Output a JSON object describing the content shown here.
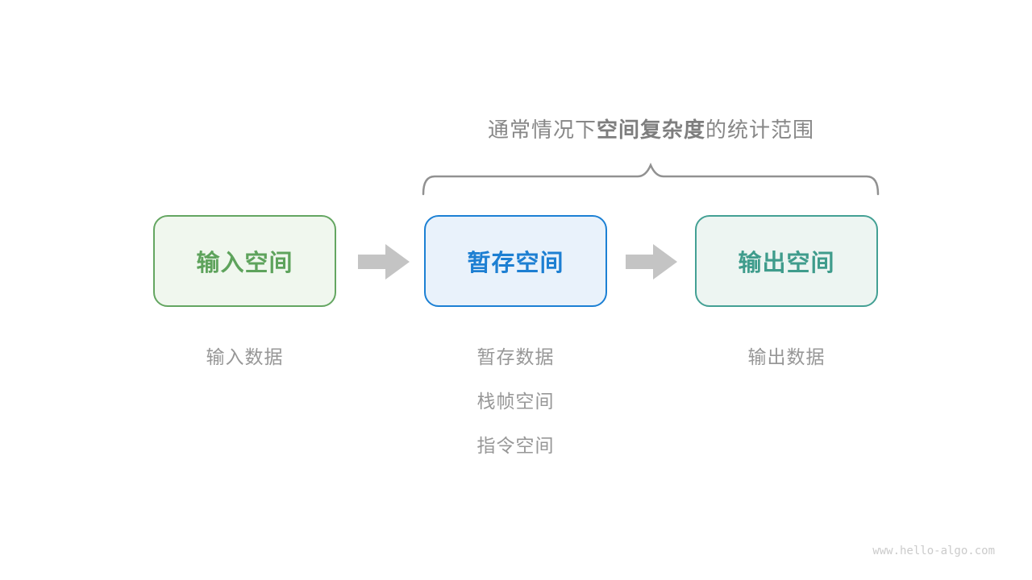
{
  "page": {
    "background": "#ffffff",
    "watermark": "www.hello-algo.com"
  },
  "annotation": {
    "prefix": "通常情况下",
    "bold": "空间复杂度",
    "suffix": "的统计范围",
    "color": "#878787"
  },
  "brace": {
    "color": "#919191",
    "spans_boxes": [
      "暂存空间",
      "输出空间"
    ]
  },
  "boxes": [
    {
      "label": "输入空间",
      "border_color": "#64a661",
      "text_color": "#5ea35c",
      "background": "#f0f7ee",
      "sublabels": [
        "输入数据"
      ]
    },
    {
      "label": "暂存空间",
      "border_color": "#1c80d4",
      "text_color": "#1d7fd2",
      "background": "#e9f2fb",
      "sublabels": [
        "暂存数据",
        "栈帧空间",
        "指令空间"
      ]
    },
    {
      "label": "输出空间",
      "border_color": "#43a094",
      "text_color": "#3f9c8c",
      "background": "#edf5f2",
      "sublabels": [
        "输出数据"
      ]
    }
  ],
  "arrows": {
    "color": "#c4c4c4",
    "direction": "right"
  },
  "sublabel_color": "#979797"
}
